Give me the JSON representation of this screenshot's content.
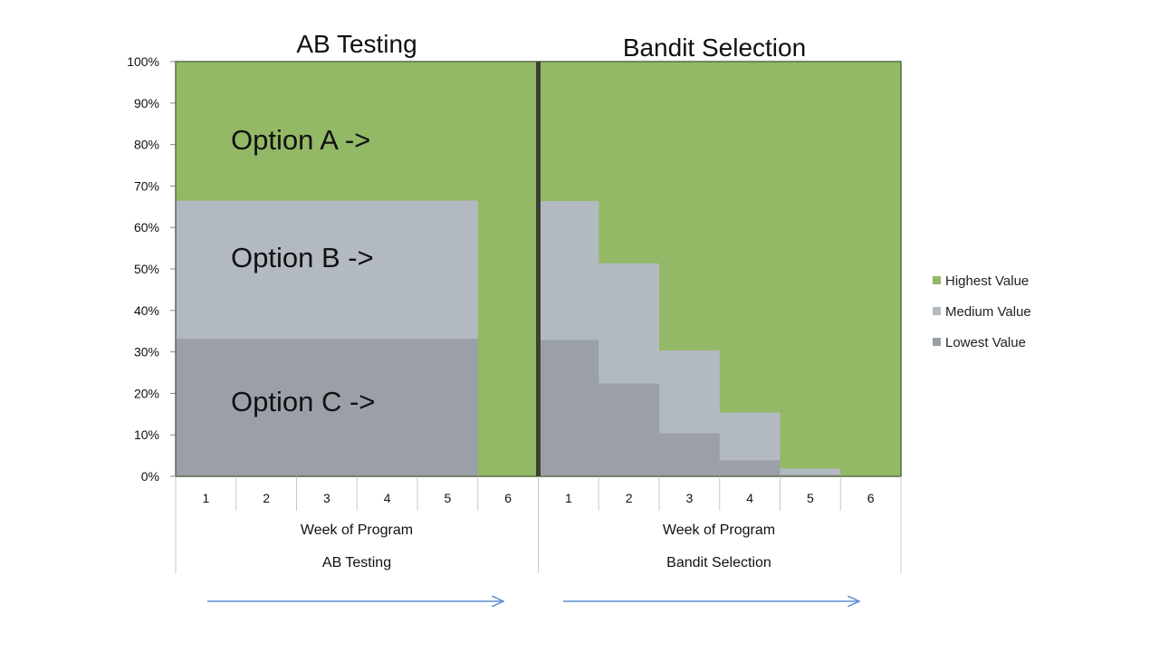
{
  "chart_data": {
    "type": "bar",
    "stacked": true,
    "normalized": true,
    "y_ticks": [
      "0%",
      "10%",
      "20%",
      "30%",
      "40%",
      "50%",
      "60%",
      "70%",
      "80%",
      "90%",
      "100%"
    ],
    "ylim": [
      0,
      100
    ],
    "legend": {
      "placement": "right",
      "entries": [
        "Highest Value",
        "Medium Value",
        "Lowest Value"
      ]
    },
    "series_colors": {
      "Highest Value": "#93b866",
      "Medium Value": "#b3b9c1",
      "Lowest Value": "#9ba0a8"
    },
    "panels": [
      {
        "title": "AB Testing",
        "categories": [
          "1",
          "2",
          "3",
          "4",
          "5",
          "6"
        ],
        "axis_label_1": "Week of Program",
        "axis_label_2": "AB Testing",
        "series": [
          {
            "name": "Lowest Value",
            "values": [
              33.3,
              33.3,
              33.3,
              33.3,
              33.3,
              0
            ]
          },
          {
            "name": "Medium Value",
            "values": [
              33.3,
              33.3,
              33.3,
              33.3,
              33.3,
              0
            ]
          },
          {
            "name": "Highest Value",
            "values": [
              33.4,
              33.4,
              33.4,
              33.4,
              33.4,
              100
            ]
          }
        ],
        "annotations": [
          "Option A ->",
          "Option B ->",
          "Option C ->"
        ]
      },
      {
        "title": "Bandit Selection",
        "categories": [
          "1",
          "2",
          "3",
          "4",
          "5",
          "6"
        ],
        "axis_label_1": "Week of Program",
        "axis_label_2": "Bandit Selection",
        "series": [
          {
            "name": "Lowest Value",
            "values": [
              33,
              22.5,
              10.5,
              4,
              0.5,
              0
            ]
          },
          {
            "name": "Medium Value",
            "values": [
              33.5,
              29,
              20,
              11.5,
              1.5,
              0
            ]
          },
          {
            "name": "Highest Value",
            "values": [
              33.5,
              48.5,
              69.5,
              84.5,
              98,
              100
            ]
          }
        ]
      }
    ]
  }
}
